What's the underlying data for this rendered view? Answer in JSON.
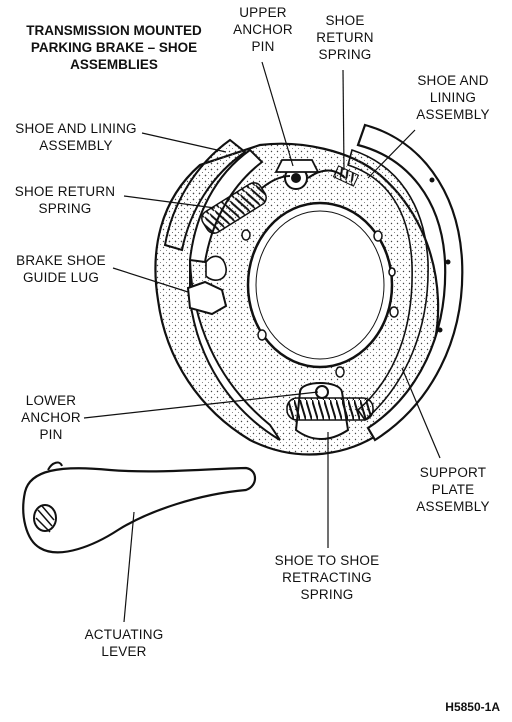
{
  "title": "TRANSMISSION MOUNTED\nPARKING BRAKE – SHOE\nASSEMBLIES",
  "labels": {
    "upper_anchor_pin": "UPPER\nANCHOR\nPIN",
    "shoe_return_spring_top": "SHOE\nRETURN\nSPRING",
    "shoe_lining_right": "SHOE AND\nLINING\nASSEMBLY",
    "shoe_lining_left": "SHOE AND LINING\nASSEMBLY",
    "shoe_return_spring_left": "SHOE RETURN\nSPRING",
    "brake_shoe_guide_lug": "BRAKE SHOE\nGUIDE LUG",
    "lower_anchor_pin": "LOWER\nANCHOR\nPIN",
    "support_plate_assembly": "SUPPORT\nPLATE\nASSEMBLY",
    "shoe_to_shoe_spring": "SHOE TO SHOE\nRETRACTING\nSPRING",
    "actuating_lever": "ACTUATING\nLEVER"
  },
  "figure_id": "H5850-1A",
  "colors": {
    "ink": "#111111",
    "paper": "#ffffff"
  }
}
